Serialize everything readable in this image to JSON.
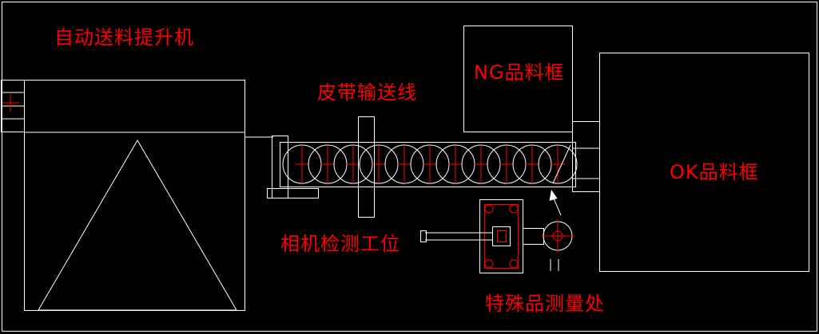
{
  "app": {
    "background": "#000000",
    "line_color": "#ffffff",
    "accent_color": "#ff0000"
  },
  "labels": {
    "elevator": "自动送料提升机",
    "belt_line": "皮带输送线",
    "ng_bin": "NG品料框",
    "ok_bin": "OK品料框",
    "camera_station": "相机检测工位",
    "measure_station": "特殊品测量处"
  },
  "conveyor": {
    "roller_count": 11
  }
}
